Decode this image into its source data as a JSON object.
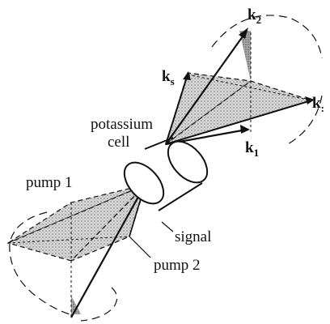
{
  "labels": {
    "k2": "k",
    "k2_sub": "2",
    "ks": "k",
    "ks_sub": "s",
    "kr": "k",
    "kr_sub": ":",
    "k1": "k",
    "k1_sub": "1",
    "cell_line1": "potassium",
    "cell_line2": "cell",
    "pump1": "pump 1",
    "pump2": "pump 2",
    "signal": "signal"
  },
  "colors": {
    "ink": "#111111",
    "shade": "#b9b9b9"
  }
}
